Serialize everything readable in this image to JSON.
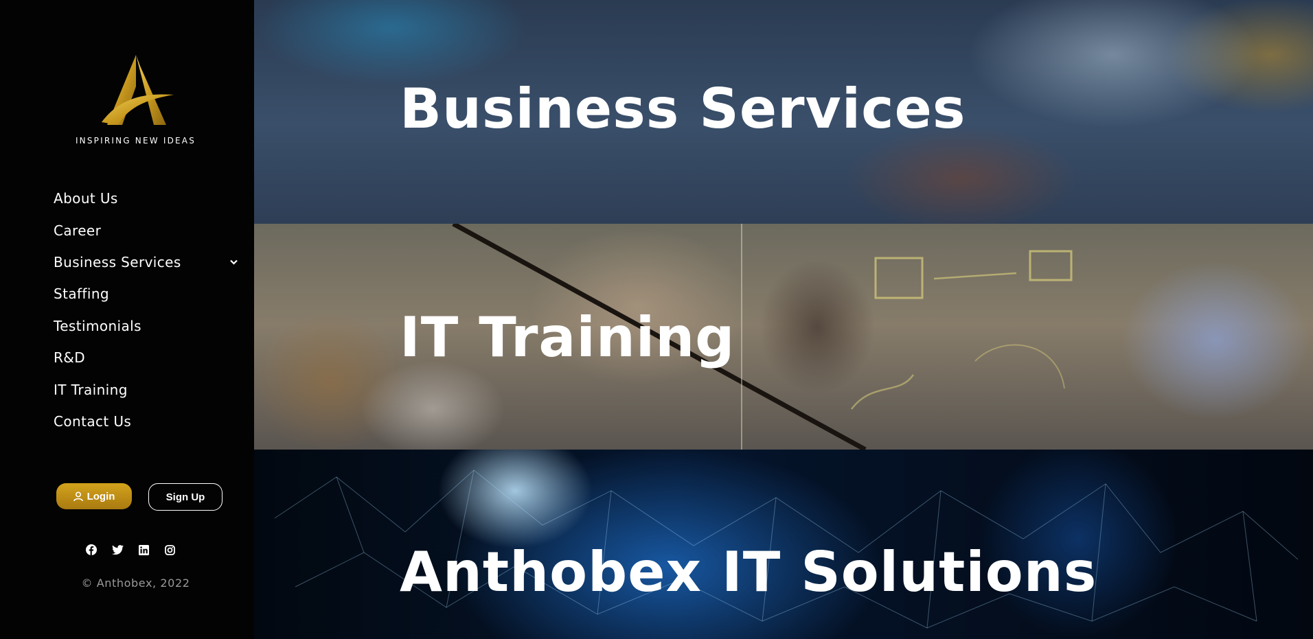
{
  "brand": {
    "tagline": "INSPIRING NEW IDEAS",
    "logo_icon": "anthobex-a-logo",
    "gold": "#c99a1f"
  },
  "nav": {
    "items": [
      {
        "label": "About Us"
      },
      {
        "label": "Career"
      },
      {
        "label": "Business Services",
        "has_dropdown": true
      },
      {
        "label": "Staffing"
      },
      {
        "label": "Testimonials"
      },
      {
        "label": "R&D"
      },
      {
        "label": "IT Training"
      },
      {
        "label": "Contact Us"
      }
    ]
  },
  "auth": {
    "login_label": "Login",
    "signup_label": "Sign Up"
  },
  "social": [
    "facebook-icon",
    "twitter-icon",
    "linkedin-icon",
    "instagram-icon"
  ],
  "footer": {
    "copyright": "© Anthobex, 2022"
  },
  "panels": [
    {
      "title": "Business Services"
    },
    {
      "title": "IT Training"
    },
    {
      "title": "Anthobex IT Solutions"
    }
  ]
}
